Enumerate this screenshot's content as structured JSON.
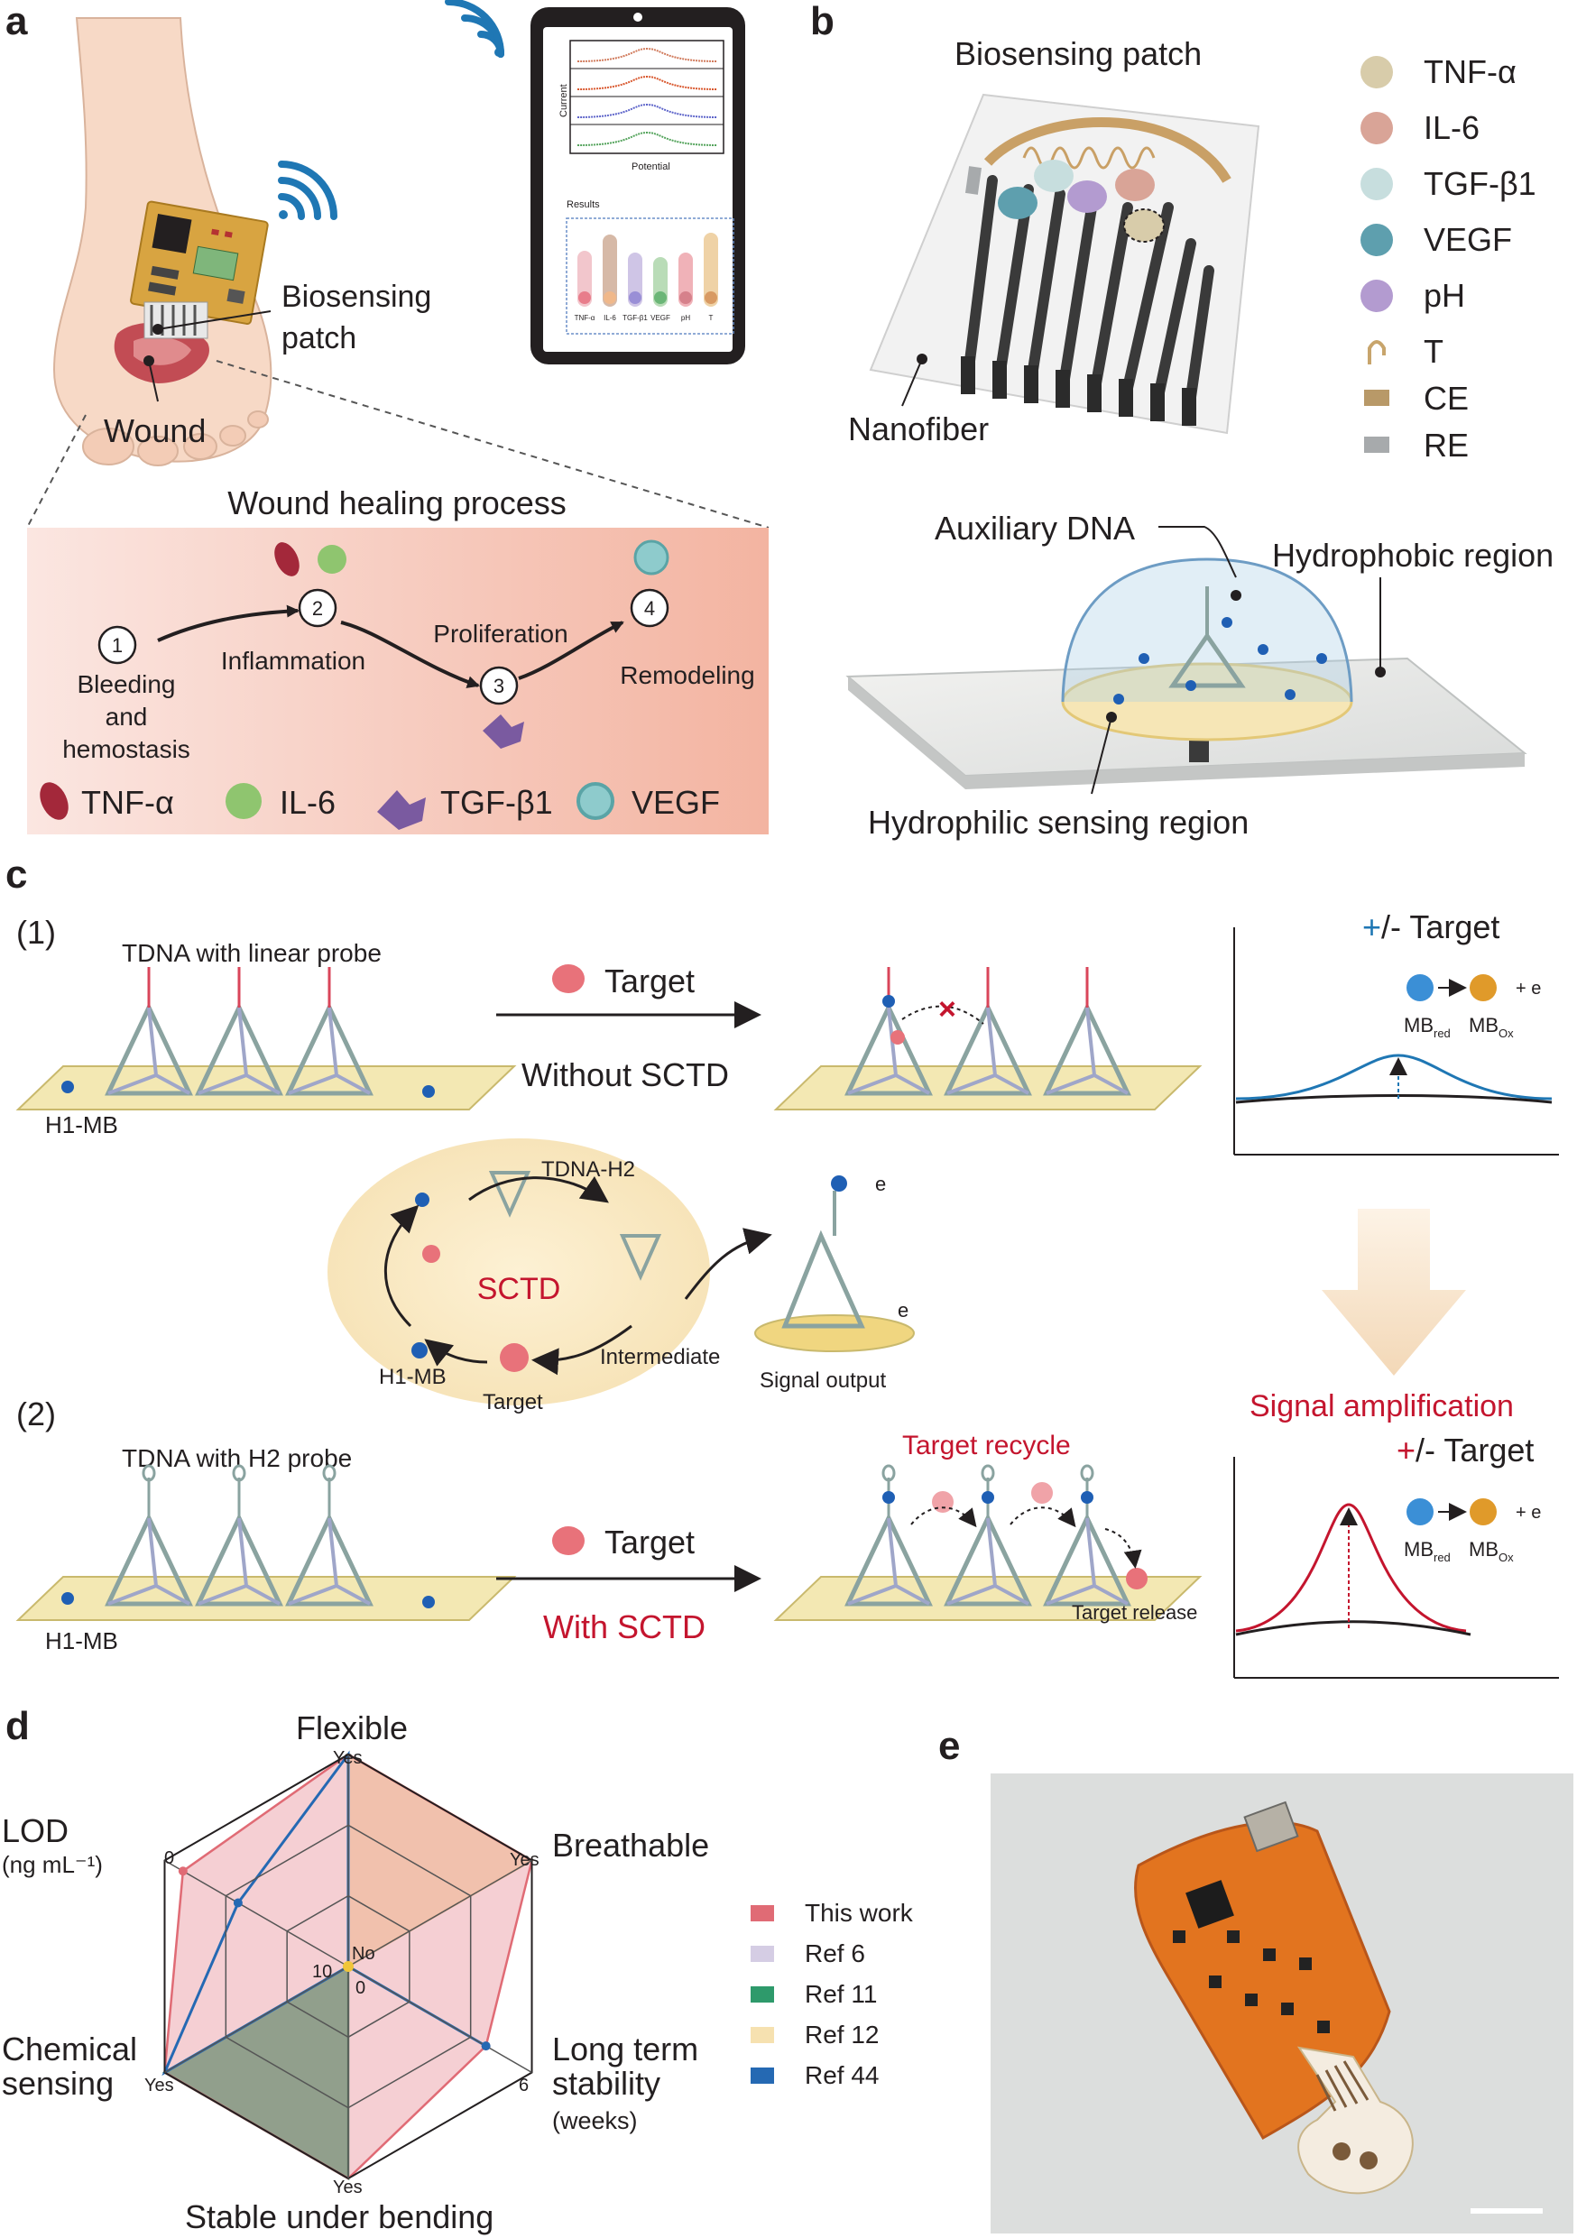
{
  "panels": {
    "a": "a",
    "b": "b",
    "c": "c",
    "d": "d",
    "e": "e"
  },
  "panel_a": {
    "biosensing_patch_line1": "Biosensing",
    "biosensing_patch_line2": "patch",
    "wound": "Wound",
    "phone": {
      "y_label": "Current",
      "x_label": "Potential",
      "results": "Results",
      "bars": [
        "TNF-α",
        "IL-6",
        "TGF-β1",
        "VEGF",
        "pH",
        "T"
      ]
    },
    "healing_title": "Wound healing process",
    "steps": [
      {
        "n": "1",
        "label_lines": [
          "Bleeding",
          "and",
          "hemostasis"
        ]
      },
      {
        "n": "2",
        "label_lines": [
          "Inflammation"
        ]
      },
      {
        "n": "3",
        "label_lines": [
          "Proliferation"
        ]
      },
      {
        "n": "4",
        "label_lines": [
          "Remodeling"
        ]
      }
    ],
    "legend": [
      "TNF-α",
      "IL-6",
      "TGF-β1",
      "VEGF"
    ]
  },
  "panel_b": {
    "title": "Biosensing patch",
    "nanofiber": "Nanofiber",
    "legend": [
      {
        "label": "TNF-α",
        "color": "#d8ccaa"
      },
      {
        "label": "IL-6",
        "color": "#d9a497"
      },
      {
        "label": "TGF-β1",
        "color": "#c7dede"
      },
      {
        "label": "VEGF",
        "color": "#5e9fae"
      },
      {
        "label": "pH",
        "color": "#b39bd0"
      },
      {
        "label": "T",
        "color": "#c8a56c"
      },
      {
        "label": "CE",
        "color": "#b89968"
      },
      {
        "label": "RE",
        "color": "#a7aaac"
      }
    ],
    "auxiliary_dna": "Auxiliary DNA",
    "hydrophobic": "Hydrophobic region",
    "hydrophilic": "Hydrophilic sensing region"
  },
  "panel_c": {
    "part1": "(1)",
    "part2": "(2)",
    "tdna_linear": "TDNA with linear probe",
    "tdna_h2": "TDNA with H2 probe",
    "h1mb": "H1-MB",
    "target": "Target",
    "without": "Without SCTD",
    "with": "With SCTD",
    "sctd": "SCTD",
    "tdna_h2_label": "TDNA-H2",
    "intermediate": "Intermediate",
    "signal_output": "Signal output",
    "target_recycle": "Target recycle",
    "target_release": "Target release",
    "signal_amplification": "Signal amplification",
    "pm_target_prefix": "+",
    "pm_target_suffix": "/- Target",
    "mb_red": "MB",
    "mb_red_sub": "red",
    "mb_ox": "MB",
    "mb_ox_sub": "Ox",
    "plus_e": "+ e",
    "e_minus": "e"
  },
  "panel_d": {
    "axes": {
      "flexible": "Flexible",
      "breathable": "Breathable",
      "long_term_line1": "Long term",
      "long_term_line2": "stability",
      "long_term_unit": "(weeks)",
      "stable": "Stable under bending",
      "chemical_line1": "Chemical",
      "chemical_line2": "sensing",
      "lod": "LOD",
      "lod_unit": "(ng mL⁻¹)"
    },
    "ticks": {
      "yes": "Yes",
      "no": "No",
      "lod_best": "0",
      "lod_center": "10",
      "stab_center": "0",
      "stab_max": "6"
    },
    "legend": [
      {
        "label": "This work",
        "color": "#e06b75"
      },
      {
        "label": "Ref 6",
        "color": "#d5cde4"
      },
      {
        "label": "Ref 11",
        "color": "#2e9a6b"
      },
      {
        "label": "Ref 12",
        "color": "#f6e1b0"
      },
      {
        "label": "Ref 44",
        "color": "#2569b3"
      }
    ]
  },
  "chart_data": {
    "type": "radar",
    "axes": [
      "Flexible",
      "Breathable",
      "Long term stability (weeks)",
      "Stable under bending",
      "Chemical sensing",
      "LOD (ng mL⁻¹)"
    ],
    "axis_ranges": {
      "Flexible": [
        "No",
        "Yes"
      ],
      "Breathable": [
        "No",
        "Yes"
      ],
      "Long term stability (weeks)": [
        0,
        6
      ],
      "Stable under bending": [
        "No",
        "Yes"
      ],
      "Chemical sensing": [
        "No",
        "Yes"
      ],
      "LOD (ng mL⁻¹)": [
        10,
        0
      ]
    },
    "series": [
      {
        "name": "This work",
        "values": [
          1,
          1,
          0.75,
          1,
          1,
          0.9
        ]
      },
      {
        "name": "Ref 6",
        "values": [
          1,
          0,
          0,
          0,
          0,
          0
        ]
      },
      {
        "name": "Ref 11",
        "values": [
          0,
          0,
          0,
          1,
          1,
          0
        ]
      },
      {
        "name": "Ref 12",
        "values": [
          1,
          1,
          0,
          0,
          0,
          0
        ]
      },
      {
        "name": "Ref 44",
        "values": [
          1,
          0,
          0.75,
          0,
          1,
          0.6
        ]
      }
    ]
  }
}
